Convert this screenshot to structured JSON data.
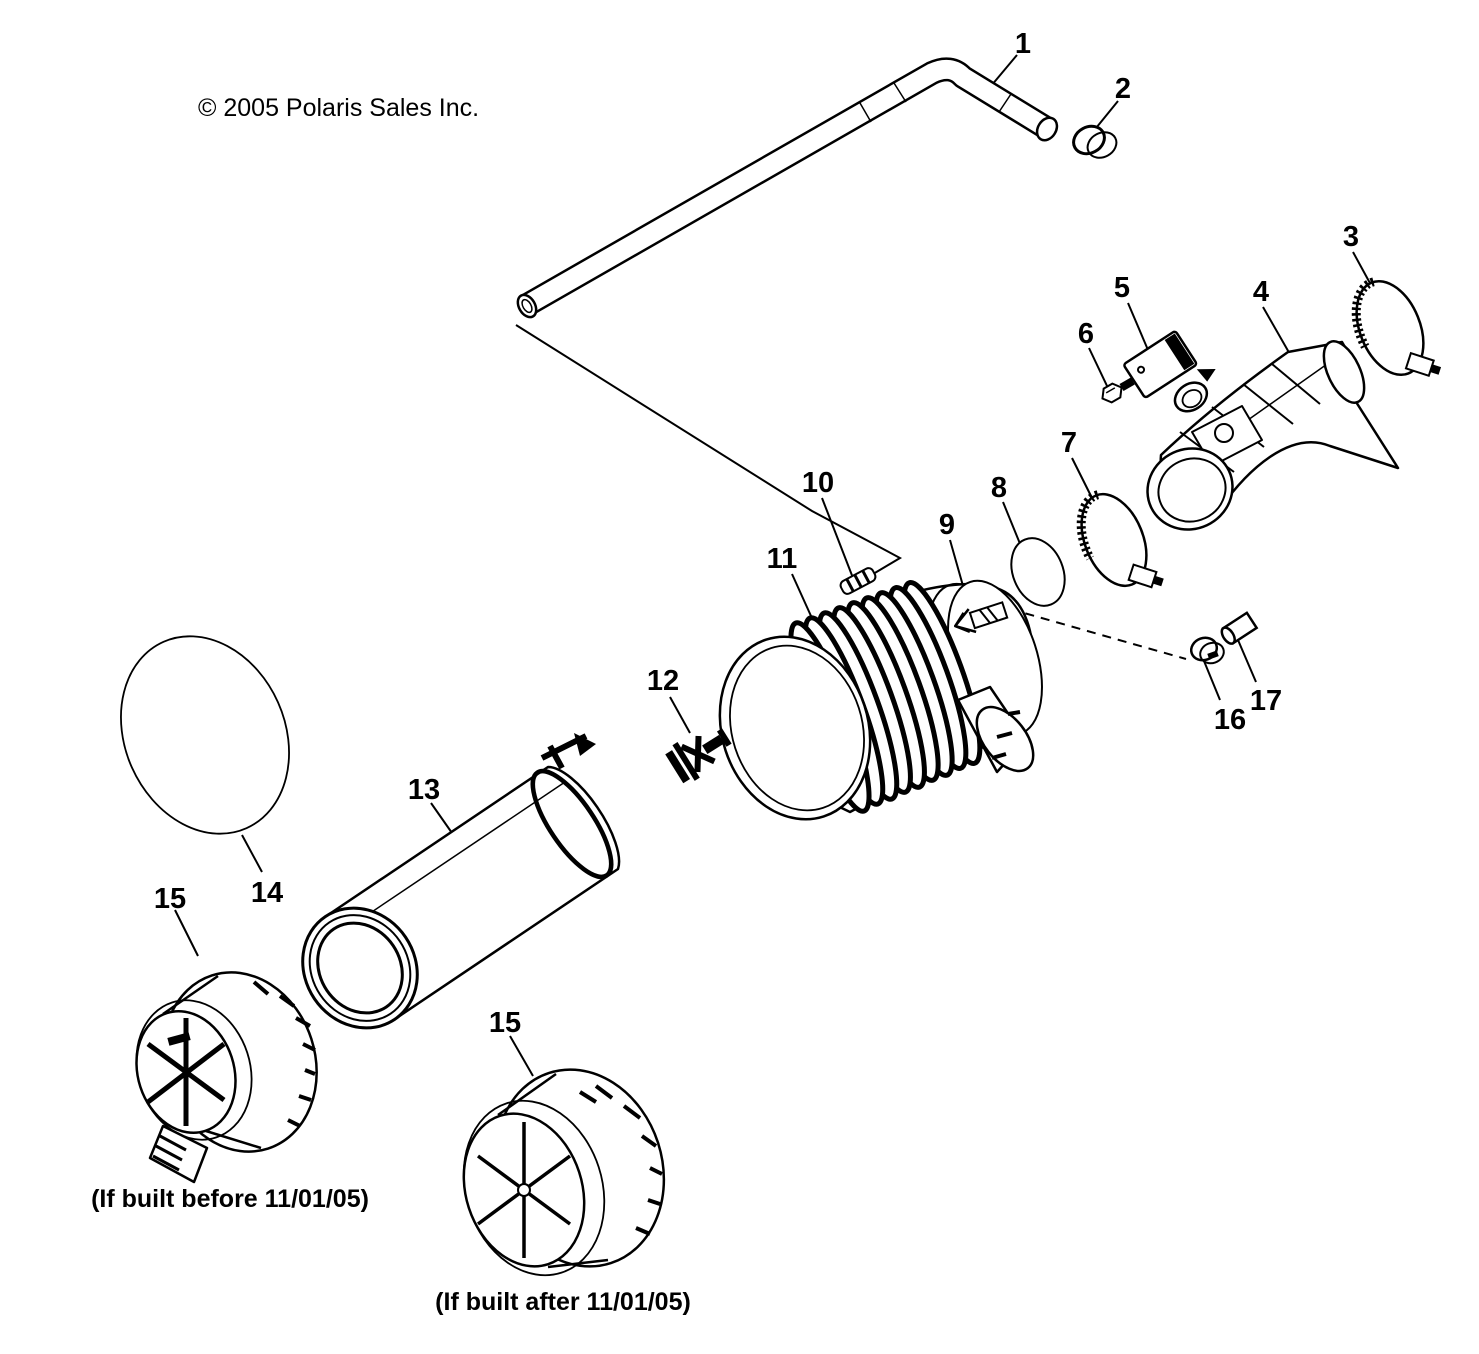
{
  "diagram": {
    "copyright": "© 2005 Polaris Sales Inc.",
    "callouts": {
      "c1": "1",
      "c2": "2",
      "c3": "3",
      "c4": "4",
      "c5": "5",
      "c6": "6",
      "c7": "7",
      "c8": "8",
      "c9": "9",
      "c10": "10",
      "c11": "11",
      "c12": "12",
      "c13": "13",
      "c14": "14",
      "c15a": "15",
      "c15b": "15",
      "c16": "16",
      "c17": "17"
    },
    "notes": {
      "before": "(If built before 11/01/05)",
      "after": "(If built after 11/01/05)"
    },
    "colors": {
      "ink": "#000000",
      "paper": "#ffffff"
    }
  }
}
